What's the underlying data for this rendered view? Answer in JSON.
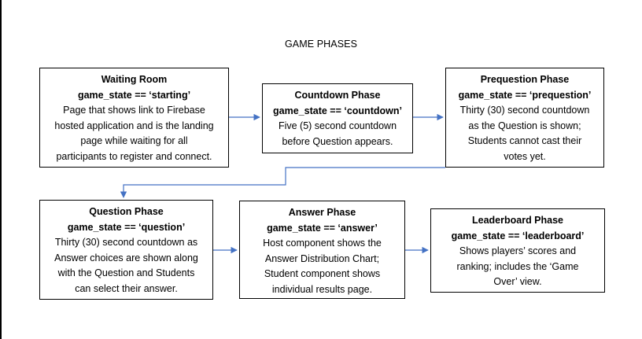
{
  "title": "GAME PHASES",
  "colors": {
    "border": "#000000",
    "arrow": "#4472C4"
  },
  "phases": [
    {
      "name": "Waiting Room",
      "state": "game_state == ‘starting’",
      "description": [
        "Page that shows link to Firebase",
        "hosted application and is the landing",
        "page while waiting for all",
        "participants to register and connect."
      ]
    },
    {
      "name": "Countdown Phase",
      "state": "game_state == ‘countdown’",
      "description": [
        "Five (5) second countdown",
        "before Question appears."
      ]
    },
    {
      "name": "Prequestion Phase",
      "state": "game_state == ‘prequestion’",
      "description": [
        "Thirty (30) second countdown",
        "as the Question is shown;",
        "Students cannot cast their",
        "votes yet."
      ]
    },
    {
      "name": "Question Phase",
      "state": "game_state == ‘question’",
      "description": [
        "Thirty (30) second countdown as",
        "Answer choices are shown along",
        "with the Question and Students",
        "can select their answer."
      ]
    },
    {
      "name": "Answer Phase",
      "state": "game_state == ‘answer’",
      "description": [
        "Host component shows the",
        "Answer Distribution Chart;",
        "Student component shows",
        "individual results page."
      ]
    },
    {
      "name": "Leaderboard Phase",
      "state": "game_state == ‘leaderboard’",
      "description": [
        "Shows players’ scores and",
        "ranking; includes the ‘Game",
        "Over’ view."
      ]
    }
  ]
}
